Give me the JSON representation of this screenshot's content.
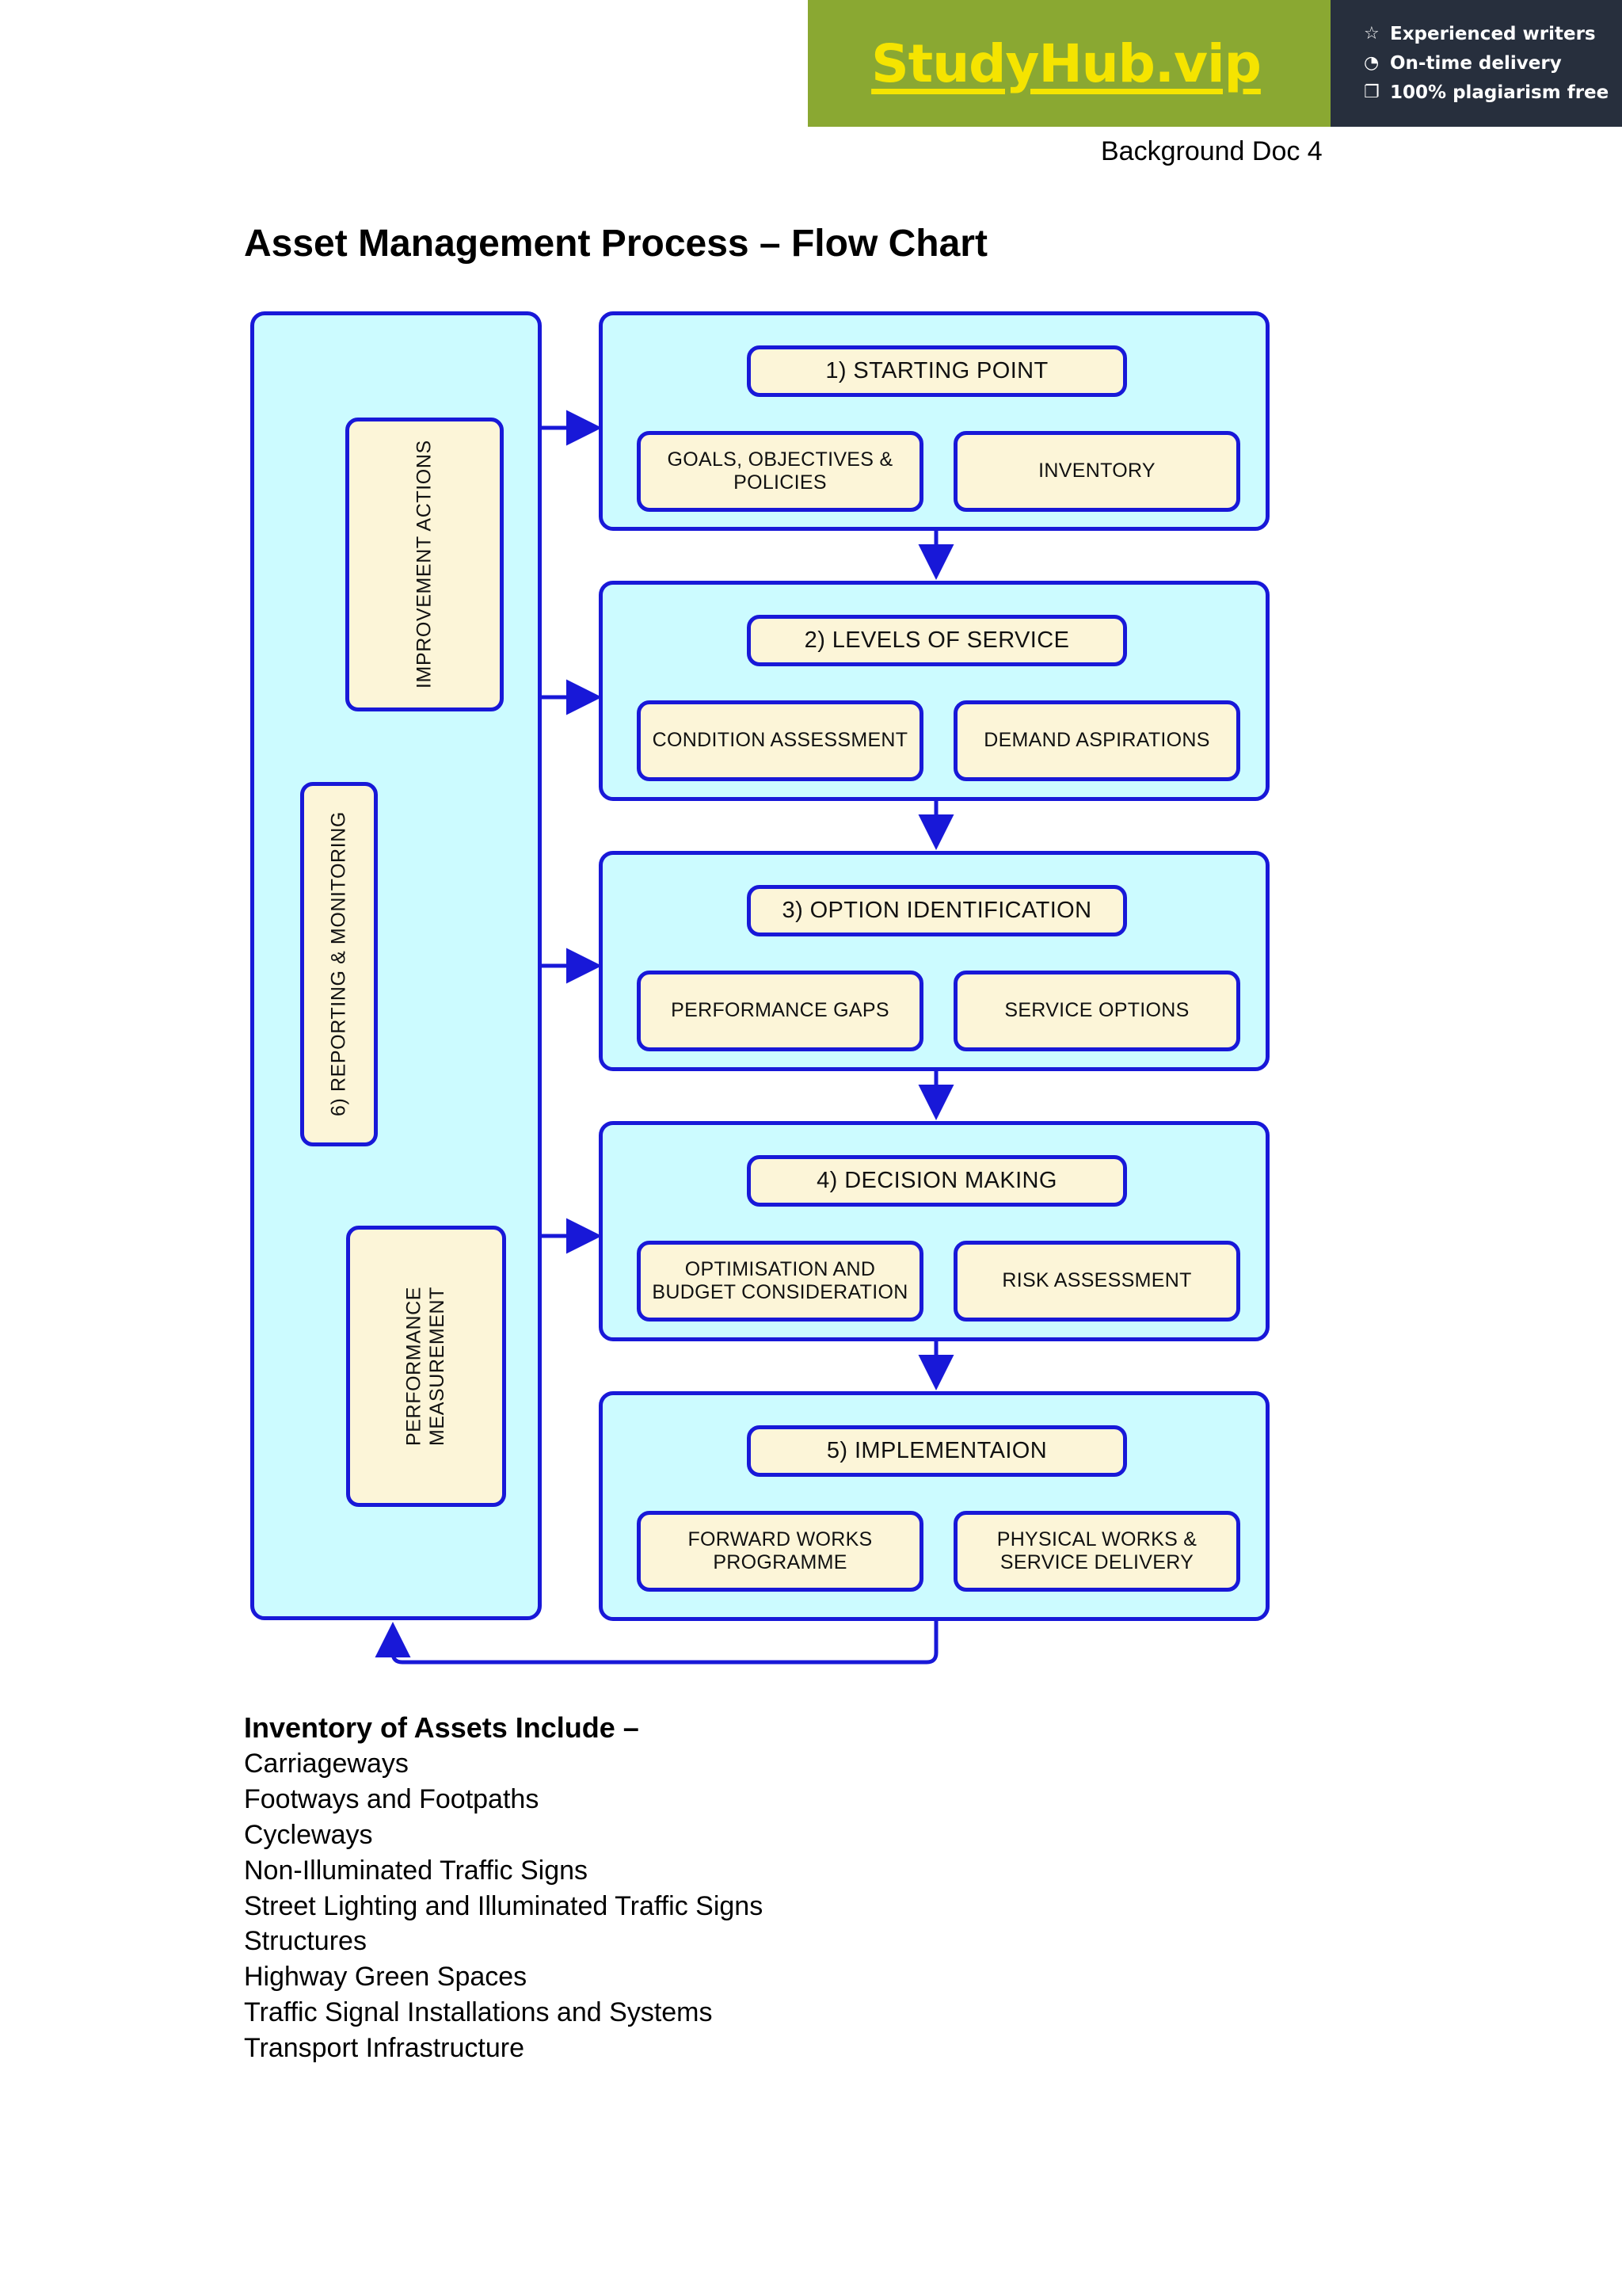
{
  "banner": {
    "logo": "StudyHub.vip",
    "bullets": [
      {
        "icon": "star-icon",
        "glyph": "☆",
        "label": "Experienced writers"
      },
      {
        "icon": "clock-icon",
        "glyph": "◔",
        "label": "On-time delivery"
      },
      {
        "icon": "copy-icon",
        "glyph": "❐",
        "label": "100% plagiarism free"
      }
    ],
    "colors": {
      "green": "#8aa832",
      "dark": "#272f3d",
      "logo_yellow": "#f5e400"
    }
  },
  "header": {
    "doc_label": "Background Doc 4",
    "title": "Asset Management Process – Flow Chart"
  },
  "diagram": {
    "colors": {
      "container_fill": "#ccfbff",
      "box_fill": "#fcf5d8",
      "border": "#1818d8"
    },
    "left_panel": {
      "name": "improvement-feedback-panel",
      "boxes": [
        {
          "label": "IMPROVEMENT ACTIONS"
        },
        {
          "label": "6) REPORTING & MONITORING"
        },
        {
          "label": "PERFORMANCE MEASUREMENT"
        }
      ]
    },
    "stages": [
      {
        "number": "1",
        "title": "1) STARTING POINT",
        "left_sub": "GOALS, OBJECTIVES & POLICIES",
        "right_sub": "INVENTORY"
      },
      {
        "number": "2",
        "title": "2) LEVELS OF SERVICE",
        "left_sub": "CONDITION ASSESSMENT",
        "right_sub": "DEMAND ASPIRATIONS"
      },
      {
        "number": "3",
        "title": "3) OPTION IDENTIFICATION",
        "left_sub": "PERFORMANCE GAPS",
        "right_sub": "SERVICE OPTIONS"
      },
      {
        "number": "4",
        "title": "4) DECISION MAKING",
        "left_sub": "OPTIMISATION AND BUDGET CONSIDERATION",
        "right_sub": "RISK ASSESSMENT"
      },
      {
        "number": "5",
        "title": "5) IMPLEMENTAION",
        "left_sub": "FORWARD WORKS PROGRAMME",
        "right_sub": "PHYSICAL WORKS & SERVICE DELIVERY"
      }
    ]
  },
  "asset_list": {
    "heading": "Inventory of Assets Include –",
    "items": [
      "Carriageways",
      "Footways and Footpaths",
      "Cycleways",
      "Non-Illuminated Traffic Signs",
      "Street Lighting and Illuminated Traffic Signs",
      "Structures",
      "Highway Green Spaces",
      "Traffic Signal Installations and Systems",
      "Transport Infrastructure"
    ]
  }
}
